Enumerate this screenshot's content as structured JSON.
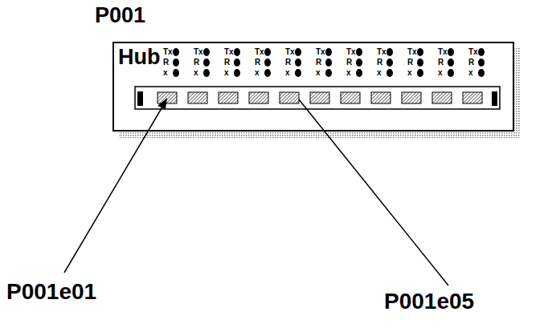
{
  "diagram": {
    "nodes": [
      {
        "text": [
          "P001",
          "Hub"
        ]
      }
    ],
    "labels": [
      "Tx",
      "Tx",
      "Tx",
      "Tx",
      "Tx",
      "Tx",
      "Tx",
      "Tx",
      "Tx",
      "Tx",
      "Tx",
      "R",
      "R",
      "R",
      "R",
      "R",
      "R",
      "R",
      "R",
      "R",
      "R",
      "R",
      "x",
      "x",
      "x",
      "x",
      "x",
      "x",
      "x",
      "x",
      "x",
      "x",
      "x",
      "P001e01",
      "P001e05"
    ]
  }
}
